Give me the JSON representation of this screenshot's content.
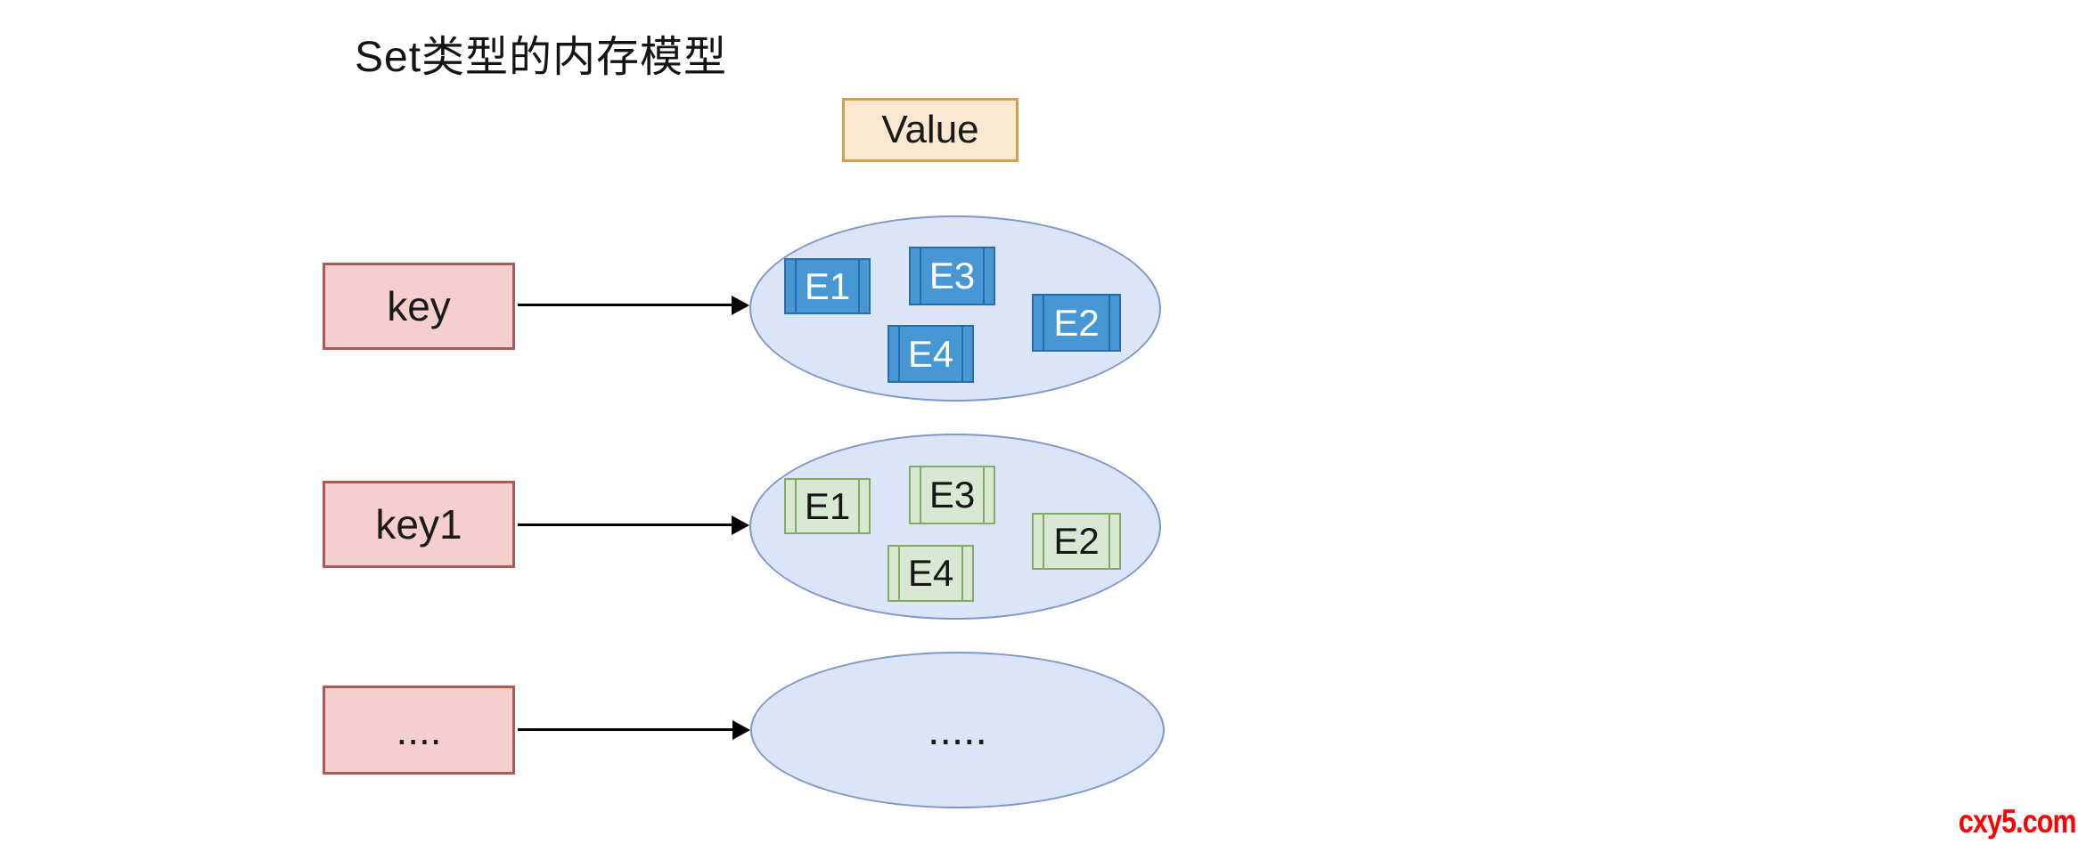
{
  "title": "Set类型的内存模型",
  "value_label": "Value",
  "watermark": "cxy5.com",
  "colors": {
    "key_fill": "#f5cfcd",
    "key_border": "#ad5a53",
    "value_fill": "#fbe8d1",
    "value_border": "#d3a04e",
    "ellipse_fill": "#dbe5f8",
    "ellipse_border": "#7f97c9",
    "element_blue_fill": "#4697d3",
    "element_blue_border": "#2a6da6",
    "element_green_fill": "#d9e8d2",
    "element_green_border": "#7fab63",
    "arrow": "#000000",
    "watermark_red": "#ff0000"
  },
  "rows": [
    {
      "key_label": "key",
      "set_elements": [
        "E1",
        "E2",
        "E3",
        "E4"
      ]
    },
    {
      "key_label": "key1",
      "set_elements": [
        "E1",
        "E2",
        "E3",
        "E4"
      ]
    },
    {
      "key_label": "....",
      "set_content": "....."
    }
  ]
}
